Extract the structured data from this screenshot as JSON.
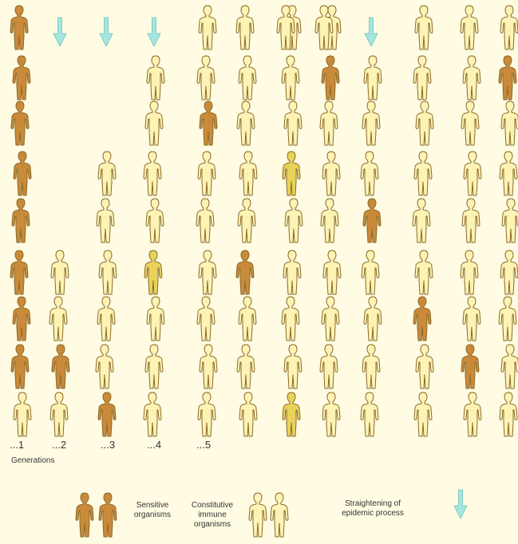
{
  "colors": {
    "background": "#fffce3",
    "sensitive": "#c98a3a",
    "immune": "#fdf3b4",
    "variant": "#e8d25a",
    "outline": "#8a6a2a",
    "arrow": "#a6e6e0"
  },
  "generations": {
    "title": "Generations",
    "labels": [
      "...1",
      "...2",
      "...3",
      "...4",
      "...5"
    ]
  },
  "legend": {
    "sensitive": "Sensitive organisms",
    "immune": "Constitutive immune organisms",
    "straightening": "Straightening of epidemic process"
  },
  "columns": [
    {
      "arrow": false,
      "cells": [
        "S",
        "S",
        "S",
        "S",
        "S",
        "S",
        "S",
        "S",
        "I"
      ]
    },
    {
      "arrow": true,
      "cells": [
        "-",
        "-",
        "-",
        "-",
        "-",
        "I",
        "I",
        "S",
        "I"
      ]
    },
    {
      "arrow": true,
      "cells": [
        "-",
        "-",
        "-",
        "I",
        "I",
        "I",
        "I",
        "I",
        "S"
      ]
    },
    {
      "arrow": true,
      "cells": [
        "-",
        "I",
        "I",
        "I",
        "I",
        "V",
        "I",
        "I",
        "I"
      ]
    },
    {
      "arrow": false,
      "cells": [
        "I",
        "I",
        "S",
        "I",
        "I",
        "I",
        "I",
        "I",
        "I"
      ]
    },
    {
      "arrow": false,
      "cells": [
        "I",
        "I",
        "I",
        "I",
        "I",
        "S",
        "I",
        "I",
        "I"
      ]
    },
    {
      "arrow": false,
      "cells": [
        "I",
        "I",
        "I",
        "V",
        "I",
        "I",
        "I",
        "I",
        "V"
      ]
    },
    {
      "arrow": false,
      "cells": [
        "I",
        "S",
        "I",
        "I",
        "I",
        "I",
        "I",
        "I",
        "I"
      ]
    },
    {
      "arrow": true,
      "cells": [
        "-",
        "I",
        "I",
        "I",
        "S",
        "I",
        "I",
        "I",
        "I"
      ]
    },
    {
      "arrow": false,
      "cells": [
        "I",
        "I",
        "I",
        "I",
        "I",
        "I",
        "S",
        "I",
        "I"
      ]
    },
    {
      "arrow": false,
      "cells": [
        "I",
        "I",
        "I",
        "I",
        "I",
        "I",
        "I",
        "S",
        "I"
      ]
    },
    {
      "arrow": false,
      "cells": [
        "I",
        "S",
        "I",
        "I",
        "I",
        "I",
        "I",
        "I",
        "I"
      ]
    }
  ]
}
